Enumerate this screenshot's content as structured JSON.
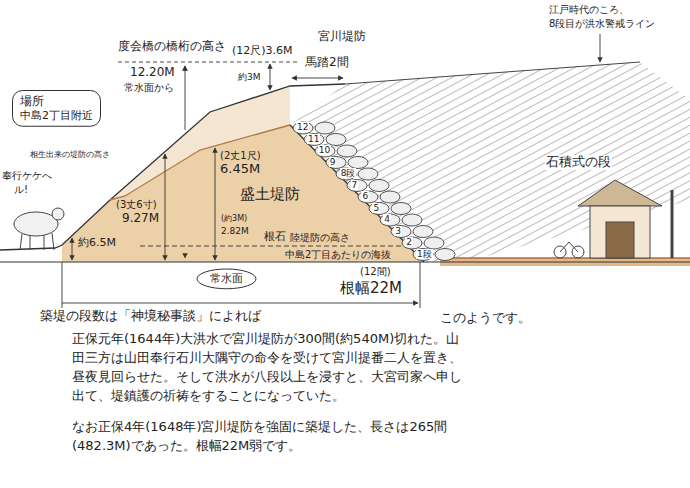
{
  "diagram": {
    "nodes": [
      {
        "text": [
          "場所",
          "中島2丁目附近"
        ]
      },
      {
        "text": [
          "常水面"
        ]
      }
    ],
    "labels": [
      "奉行ケケへ",
      "ル!",
      "度会橋の橋桁の高さ",
      "12.20M",
      "常水面から",
      "約3M",
      "(12尺)3.6M",
      "宮川堤防",
      "馬踏2間",
      "江戸時代のころ、",
      "8段目が洪水警戒ライン",
      "相生出来の堤防の高さ",
      "(3丈6寸)",
      "9.27M",
      "約6.5M",
      "(2丈1尺)",
      "6.45M",
      "盛土堤防",
      "(約3M)",
      "2.82M",
      "根石",
      "陸堤防の高さ",
      "中島2丁目あたりの海抜",
      "石積式の段",
      "12",
      "11",
      "10",
      "9",
      "8段",
      "7",
      "6",
      "5",
      "4",
      "3",
      "2",
      "1段",
      "(12間)",
      "根幅22M",
      "築堤の段数は「神境秘事談」によれば",
      "このようです。",
      "正保元年(1644年)大洪水で宮川堤防が300間(約540M)切れた。山田三方は山田奉行石川大隅守の命令を受けて宮川提番二人を置き、昼夜見回らせた。そして洪水が八段以上を浸すと、大宮司家へ申し出て、堤鎮護の祈祷をすることになっていた。",
      "なお正保4年(1648年)宮川堤防を強固に築堤した、長さは265間(482.3M)であった。根幅22M弱です。"
    ]
  }
}
